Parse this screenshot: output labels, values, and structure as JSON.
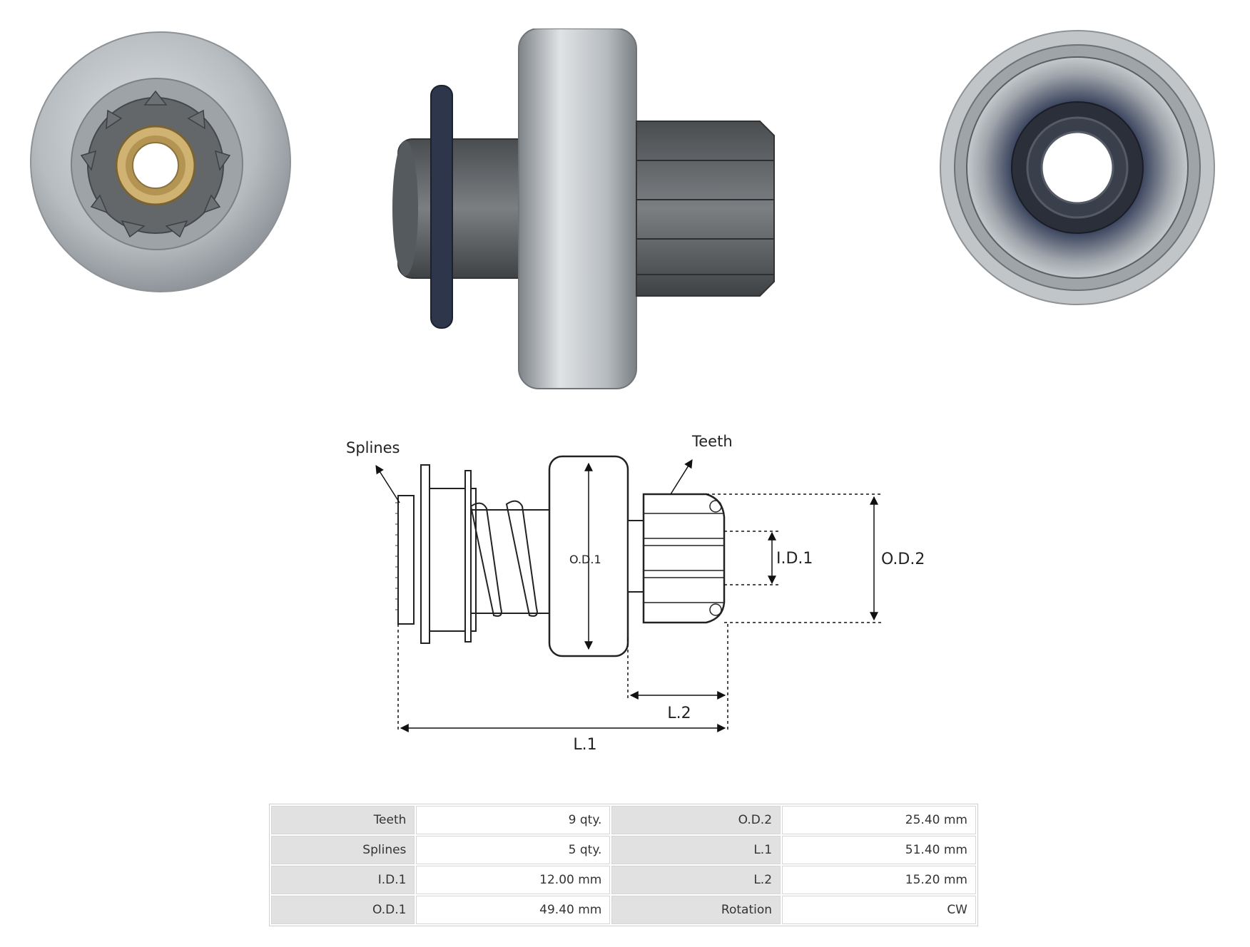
{
  "diagram": {
    "labels": {
      "splines": "Splines",
      "teeth": "Teeth",
      "od1": "O.D.1",
      "id1": "I.D.1",
      "od2": "O.D.2",
      "l2": "L.2",
      "l1": "L.1"
    }
  },
  "specs": {
    "rows": [
      {
        "k1": "Teeth",
        "v1": "9 qty.",
        "k2": "O.D.2",
        "v2": "25.40 mm"
      },
      {
        "k1": "Splines",
        "v1": "5 qty.",
        "k2": "L.1",
        "v2": "51.40 mm"
      },
      {
        "k1": "I.D.1",
        "v1": "12.00 mm",
        "k2": "L.2",
        "v2": "15.20 mm"
      },
      {
        "k1": "O.D.1",
        "v1": "49.40 mm",
        "k2": "Rotation",
        "v2": "CW"
      }
    ]
  },
  "colors": {
    "steel": "#b9bec2",
    "dark_steel": "#55595c",
    "brass": "#c9a95b",
    "navy_plate": "#2f3a56"
  }
}
